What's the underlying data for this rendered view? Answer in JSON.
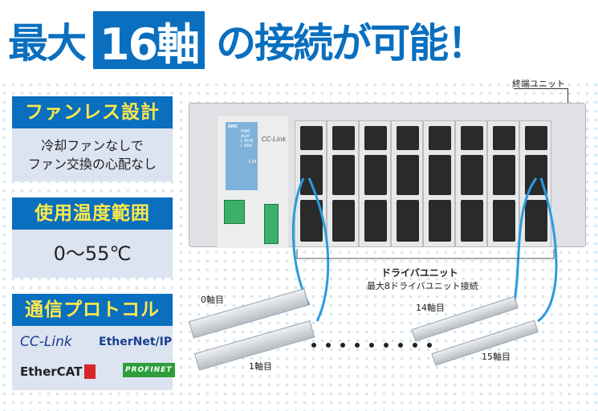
{
  "headline": {
    "prefix": "最大",
    "highlight": "16軸",
    "suffix": "の接続が可能！"
  },
  "features": [
    {
      "title": "ファンレス設計",
      "body_lines": [
        "冷却ファンなしで",
        "ファン交換の心配なし"
      ]
    },
    {
      "title": "使用温度範囲",
      "body_lines": [
        "0〜55℃"
      ]
    },
    {
      "title": "通信プロトコル",
      "logos": [
        "CC-Link",
        "EtherNet/IP",
        "EtherCAT",
        "PROFINET"
      ]
    }
  ],
  "labels": {
    "end_unit": "終端ユニット",
    "driver_unit": "ドライバユニット",
    "driver_unit_note": "最大8ドライバユニット接続",
    "axis0": "0軸目",
    "axis1": "1軸目",
    "axis14": "14軸目",
    "axis15": "15軸目"
  },
  "controller": {
    "brand": "SMC",
    "leds": [
      "PWR",
      "ALM",
      "L RUN",
      "L ERR"
    ],
    "port": "C24",
    "logo": "CC-Link"
  },
  "colors": {
    "brand_blue": "#0a6fbf",
    "accent_yellow": "#ffe94a",
    "cable_blue": "#2a9be0"
  }
}
